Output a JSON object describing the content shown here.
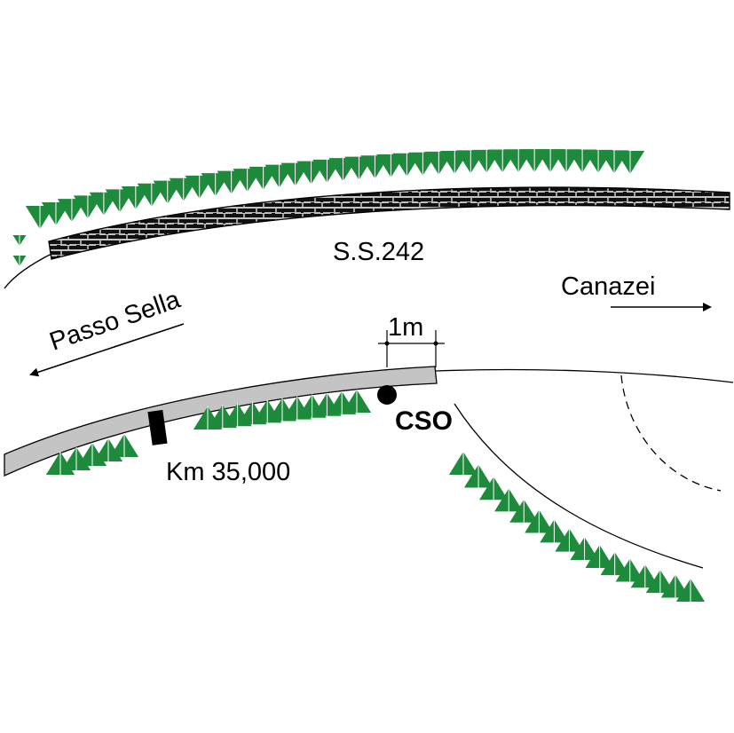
{
  "labels": {
    "road": "S.S.242",
    "west_direction": "Passo Sella",
    "east_direction": "Canazei",
    "scale": "1m",
    "station": "CSO",
    "milestone": "Km 35,000"
  },
  "colors": {
    "vegetation": "#1e8a3c",
    "wall_fill": "#111111",
    "wall_joints": "#ffffff",
    "kerb": "#c4c4c4",
    "line": "#000000"
  },
  "icons": {
    "station": "black-dot-marker",
    "milestone": "black-bar-marker",
    "vegetation": "green-triangle-tree-symbol",
    "wall": "brick-wall-hatch"
  }
}
